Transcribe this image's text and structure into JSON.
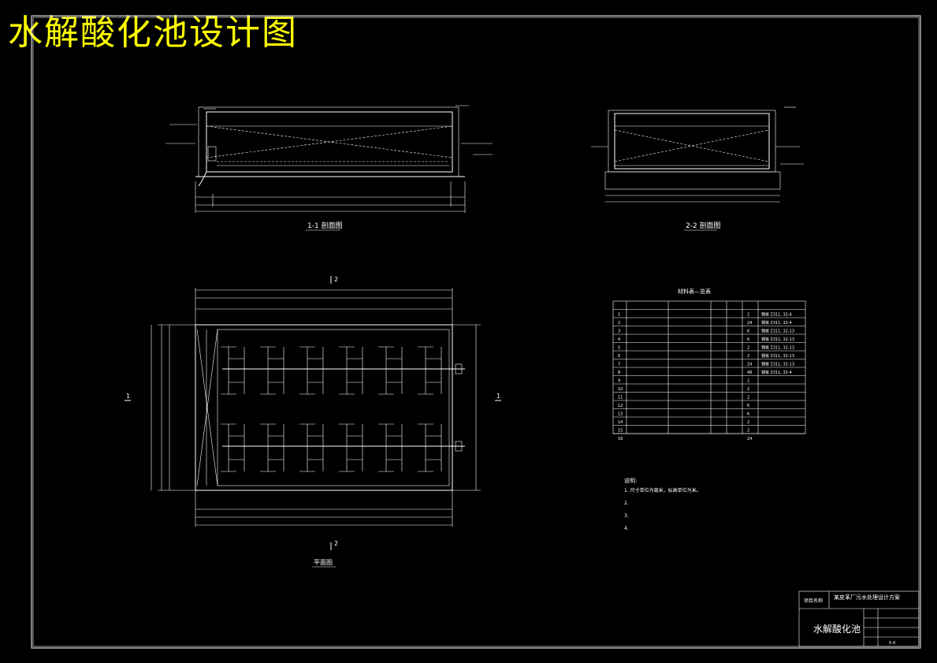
{
  "title": "水解酸化池设计图",
  "sections": {
    "section_1_1": "1-1 剖面图",
    "section_2_2": "2-2 剖面图",
    "plan": "平面图",
    "marker_top": "2",
    "marker_bottom": "2",
    "marker_left": "1",
    "marker_right": "1"
  },
  "table": {
    "title": "材料表—览表",
    "rows": [
      {
        "no": "1",
        "qty": "2",
        "note": "钢板 Σ311, 32-4"
      },
      {
        "no": "2",
        "qty": "24",
        "note": "钢板 Σ311, 32-4"
      },
      {
        "no": "3",
        "qty": "6",
        "note": "钢板 Σ311, 32-13"
      },
      {
        "no": "4",
        "qty": "6",
        "note": "钢板 Σ311, 32-13"
      },
      {
        "no": "5",
        "qty": "2",
        "note": "钢板 Σ311, 32-13"
      },
      {
        "no": "6",
        "qty": "2",
        "note": "钢板 Σ311, 32-13"
      },
      {
        "no": "7",
        "qty": "24",
        "note": "钢板 Σ311, 32-13"
      },
      {
        "no": "8",
        "qty": "48",
        "note": "钢板 Σ311, 32-4"
      },
      {
        "no": "9",
        "qty": "2",
        "note": ""
      },
      {
        "no": "10",
        "qty": "2",
        "note": ""
      },
      {
        "no": "11",
        "qty": "2",
        "note": ""
      },
      {
        "no": "12",
        "qty": "6",
        "note": ""
      },
      {
        "no": "13",
        "qty": "6",
        "note": ""
      },
      {
        "no": "14",
        "qty": "2",
        "note": ""
      },
      {
        "no": "15",
        "qty": "2",
        "note": ""
      },
      {
        "no": "16",
        "qty": "24",
        "note": ""
      }
    ]
  },
  "notes": {
    "heading": "说明:",
    "lines": [
      "1. 尺寸单位为毫米，标高单位为米。",
      "2.",
      "3.",
      "4."
    ]
  },
  "title_block": {
    "project_label": "项目名称",
    "project_name": "某皮革厂污水处理设计方案",
    "drawing_name": "水解酸化池",
    "sheet_no": "5-4"
  }
}
